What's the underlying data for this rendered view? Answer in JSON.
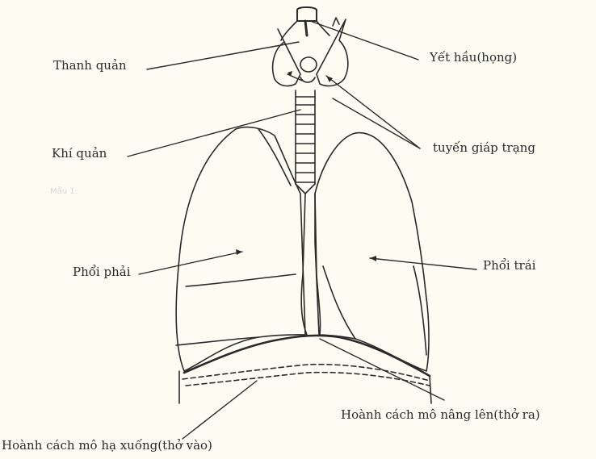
{
  "diagram": {
    "title": "Respiratory organs diagram",
    "colors": {
      "background": "#fdfcf3",
      "ink": "#2a2a2a"
    },
    "labels": {
      "thanh_quan": "Thanh quản",
      "yet_hau": "Yết hầu(họng)",
      "khi_quan": "Khí quản",
      "tuyen_giap_trang": "tuyến giáp trạng",
      "phoi_phai": "Phổi phải",
      "phoi_trai": "Phổi trái",
      "hoanh_nang_len": "Hoành cách mô nâng lên(thở ra)",
      "hoanh_ha_xuong": "Hoành cách mô hạ xuống(thở vào)"
    },
    "background_text": {
      "faint_heading": "Mẫu 1:"
    }
  }
}
